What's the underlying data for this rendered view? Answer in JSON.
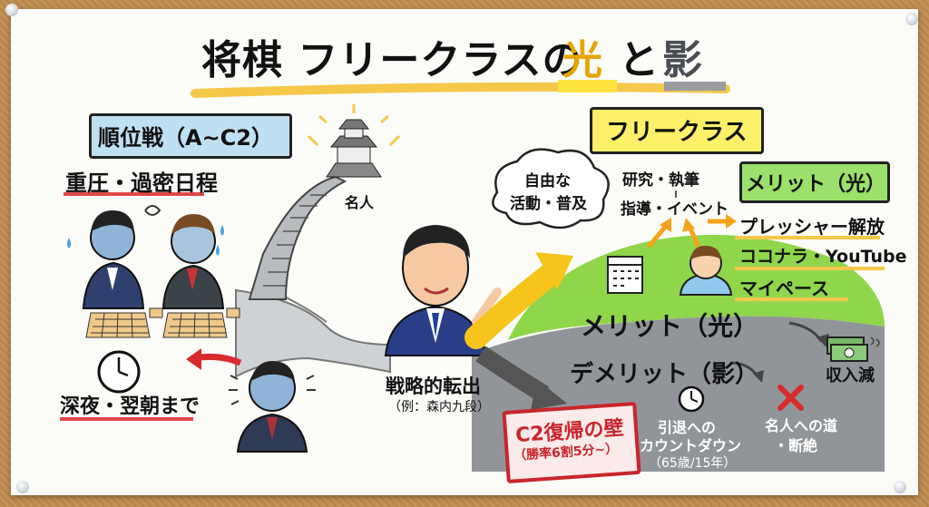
{
  "title": {
    "main": "将棋 フリークラスの",
    "hikari": "光",
    "to": "と",
    "kage": "影"
  },
  "left": {
    "header": "順位戦（A~C2）",
    "pressure": "重圧・過密日程",
    "late_night": "深夜・翌朝まで",
    "meijin": "名人"
  },
  "center": {
    "strategy": "戦略的転出",
    "example": "（例：森内九段）"
  },
  "right": {
    "header": "フリークラス",
    "bubble_line1": "自由な",
    "bubble_line2": "活動・普及",
    "activity_1": "研究・執筆",
    "activity_2": "指導・イベント",
    "merit_header": "メリット（光）",
    "merits": [
      "プレッシャー解放",
      "ココナラ・YouTube",
      "マイペース"
    ],
    "hill_label": "メリット（光）",
    "demerit_label": "デメリット（影）",
    "income": "収入減",
    "countdown_1": "引退への",
    "countdown_2": "カウントダウン",
    "countdown_3": "（65歳/15年）",
    "meijin_road_1": "名人への道",
    "meijin_road_2": "・断絶",
    "c2_wall_1": "C2復帰の壁",
    "c2_wall_2": "（勝率6割5分~）"
  },
  "colors": {
    "blue_box": "#bfe0f2",
    "yellow_box": "#fff06a",
    "green_box": "#9be06a",
    "hill_green": "#8fd64a",
    "shadow_gray": "#6f7378",
    "wall_red": "#c9252a",
    "arrow_orange": "#f6a21a",
    "underline_red": "#e04848",
    "underline_yellow": "#f5c84a"
  }
}
